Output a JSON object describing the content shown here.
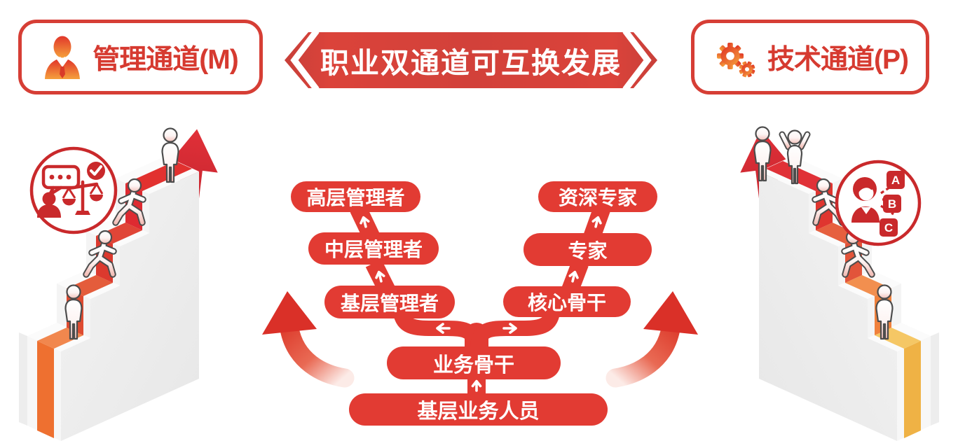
{
  "banner": {
    "title": "职业双通道可互换发展"
  },
  "channels": {
    "management": {
      "label": "管理通道(M)",
      "icon": "businessperson-icon"
    },
    "technical": {
      "label": "技术通道(P)",
      "icon": "gears-icon"
    }
  },
  "tracks": {
    "management_levels": [
      "高层管理者",
      "中层管理者",
      "基层管理者"
    ],
    "technical_levels": [
      "资深专家",
      "专家",
      "核心骨干"
    ],
    "shared_levels": [
      "业务骨干",
      "基层业务人员"
    ]
  },
  "side_icons": {
    "left": "discussion-balance-approval-icon",
    "right": "person-options-icon",
    "right_options": [
      "A",
      "B",
      "C"
    ]
  },
  "colors": {
    "primary_red": "#E23B33",
    "banner_red": "#D2423B",
    "badge_border_red": "#D63E35",
    "badge_text_red": "#D63A30",
    "icon_red": "#C9292B",
    "arrow_red": "#DA2A31",
    "left_stairs_bottom_orange": "#EE7030",
    "right_stairs_bottom_gold": "#EFB245"
  }
}
